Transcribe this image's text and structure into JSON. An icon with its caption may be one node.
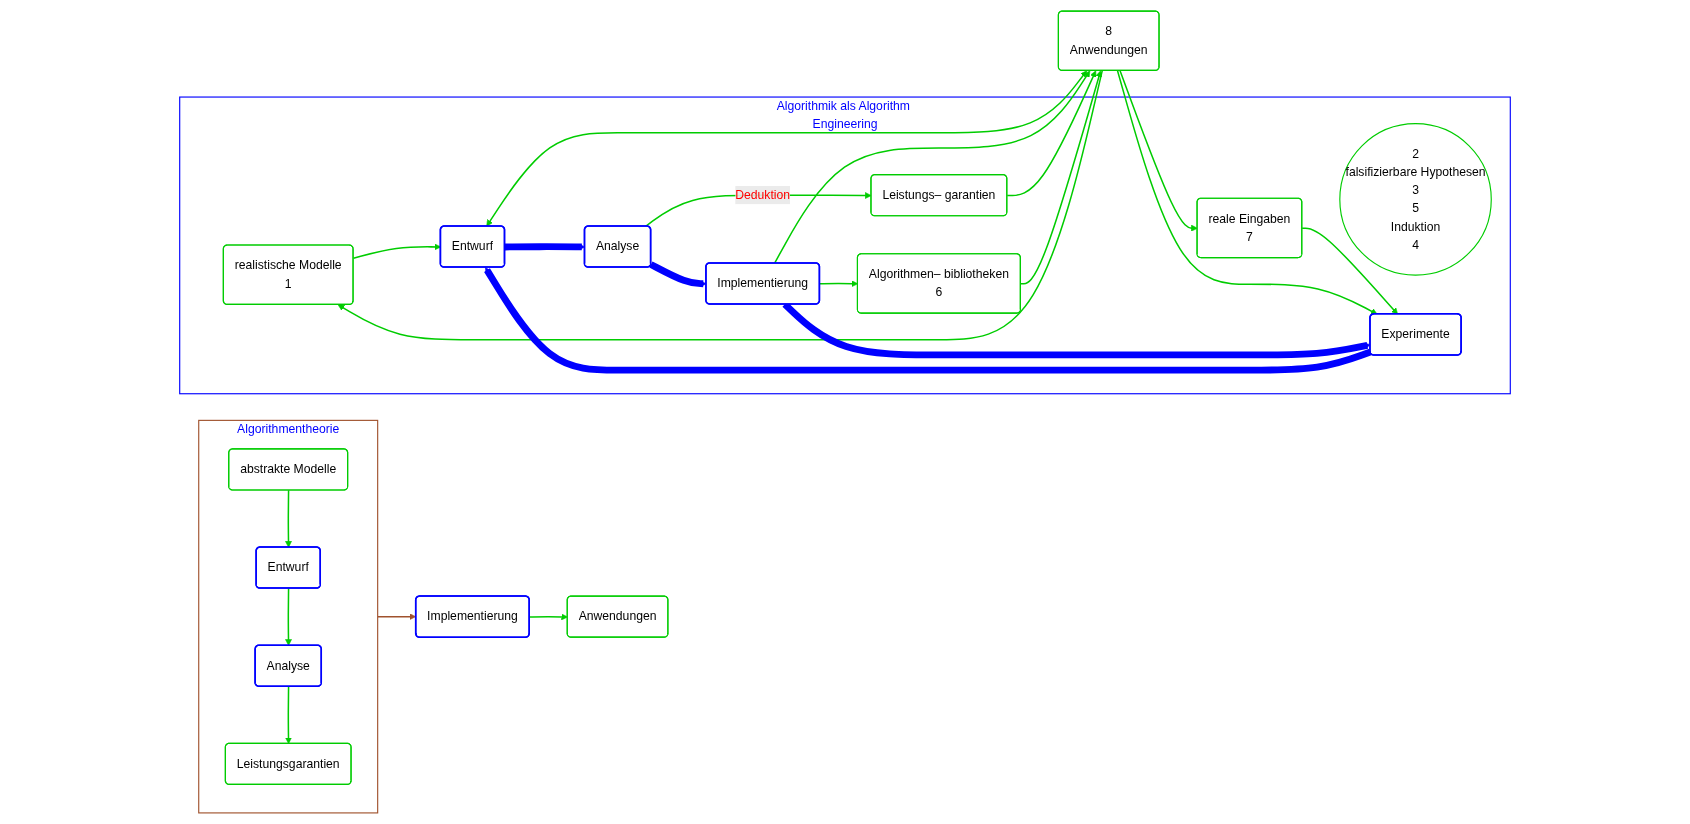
{
  "diagram": {
    "nodes": [
      {
        "text": [
          "Algorithmentheorie"
        ]
      },
      {
        "text": [
          "abstrakte Modelle"
        ],
        "in": 0
      },
      {
        "text": [
          "Entwurf"
        ],
        "in": 0
      },
      {
        "text": [
          "Analyse"
        ],
        "in": 0
      },
      {
        "text": [
          "Leistungsgarantien"
        ],
        "in": 0
      },
      {
        "text": [
          "Implementierung"
        ]
      },
      {
        "text": [
          "Anwendungen"
        ]
      },
      {
        "text": [
          "Algorithmik als Algorithm Engineering"
        ]
      },
      {
        "text": [
          "realistische Modelle",
          "1"
        ],
        "in": 7
      },
      {
        "text": [
          "reale Eingaben",
          "7"
        ],
        "in": 7
      },
      {
        "text": [
          "Entwurf"
        ],
        "in": 7
      },
      {
        "text": [
          "2",
          "falsifizierbare Hypothesen",
          "3",
          "5",
          "Induktion",
          "4"
        ],
        "in": 7
      },
      {
        "text": [
          "Analyse"
        ],
        "in": 7
      },
      {
        "text": [
          "Experimente"
        ],
        "in": 7
      },
      {
        "text": [
          "Implementierung"
        ],
        "in": 7
      },
      {
        "text": [
          "Leistungs– garantien"
        ],
        "in": 7
      },
      {
        "text": [
          "Algorithmen– bibliotheken",
          "6"
        ],
        "in": 7
      },
      {
        "text": [
          "8",
          "Anwendungen"
        ]
      }
    ],
    "edges": [
      {
        "from": 1,
        "to": 2,
        "arrow": "to"
      },
      {
        "from": 2,
        "to": 3,
        "arrow": "to"
      },
      {
        "from": 3,
        "to": 4,
        "arrow": "to"
      },
      {
        "from": 0,
        "to": 5,
        "arrow": "to",
        "color": "#a0522d"
      },
      {
        "from": 5,
        "to": 6,
        "arrow": "to"
      },
      {
        "from": 17,
        "to": 8,
        "arrow": "to"
      },
      {
        "from": 17,
        "to": 9,
        "arrow": "to"
      },
      {
        "from": 8,
        "to": 10,
        "arrow": "to"
      },
      {
        "from": 10,
        "to": 17,
        "arrow": "both"
      },
      {
        "from": 9,
        "to": 13,
        "arrow": "to"
      },
      {
        "from": 17,
        "to": 13,
        "arrow": "to"
      },
      {
        "from": 10,
        "to": 12,
        "arrow": "to",
        "style": "thick",
        "color": "#0000ff"
      },
      {
        "from": 12,
        "to": 14,
        "arrow": "to",
        "style": "thick",
        "color": "#0000ff"
      },
      {
        "from": 14,
        "to": 13,
        "arrow": "to",
        "style": "thick",
        "color": "#0000ff"
      },
      {
        "from": 13,
        "to": 10,
        "arrow": "to",
        "style": "thick",
        "color": "#0000ff"
      },
      {
        "from": 12,
        "to": 15,
        "arrow": "to",
        "label": "Deduktion"
      },
      {
        "from": 14,
        "to": 17,
        "arrow": "to"
      },
      {
        "from": 15,
        "to": 17,
        "arrow": "to"
      },
      {
        "from": 14,
        "to": 16,
        "arrow": "to"
      },
      {
        "from": 16,
        "to": 17,
        "arrow": "to"
      }
    ]
  }
}
